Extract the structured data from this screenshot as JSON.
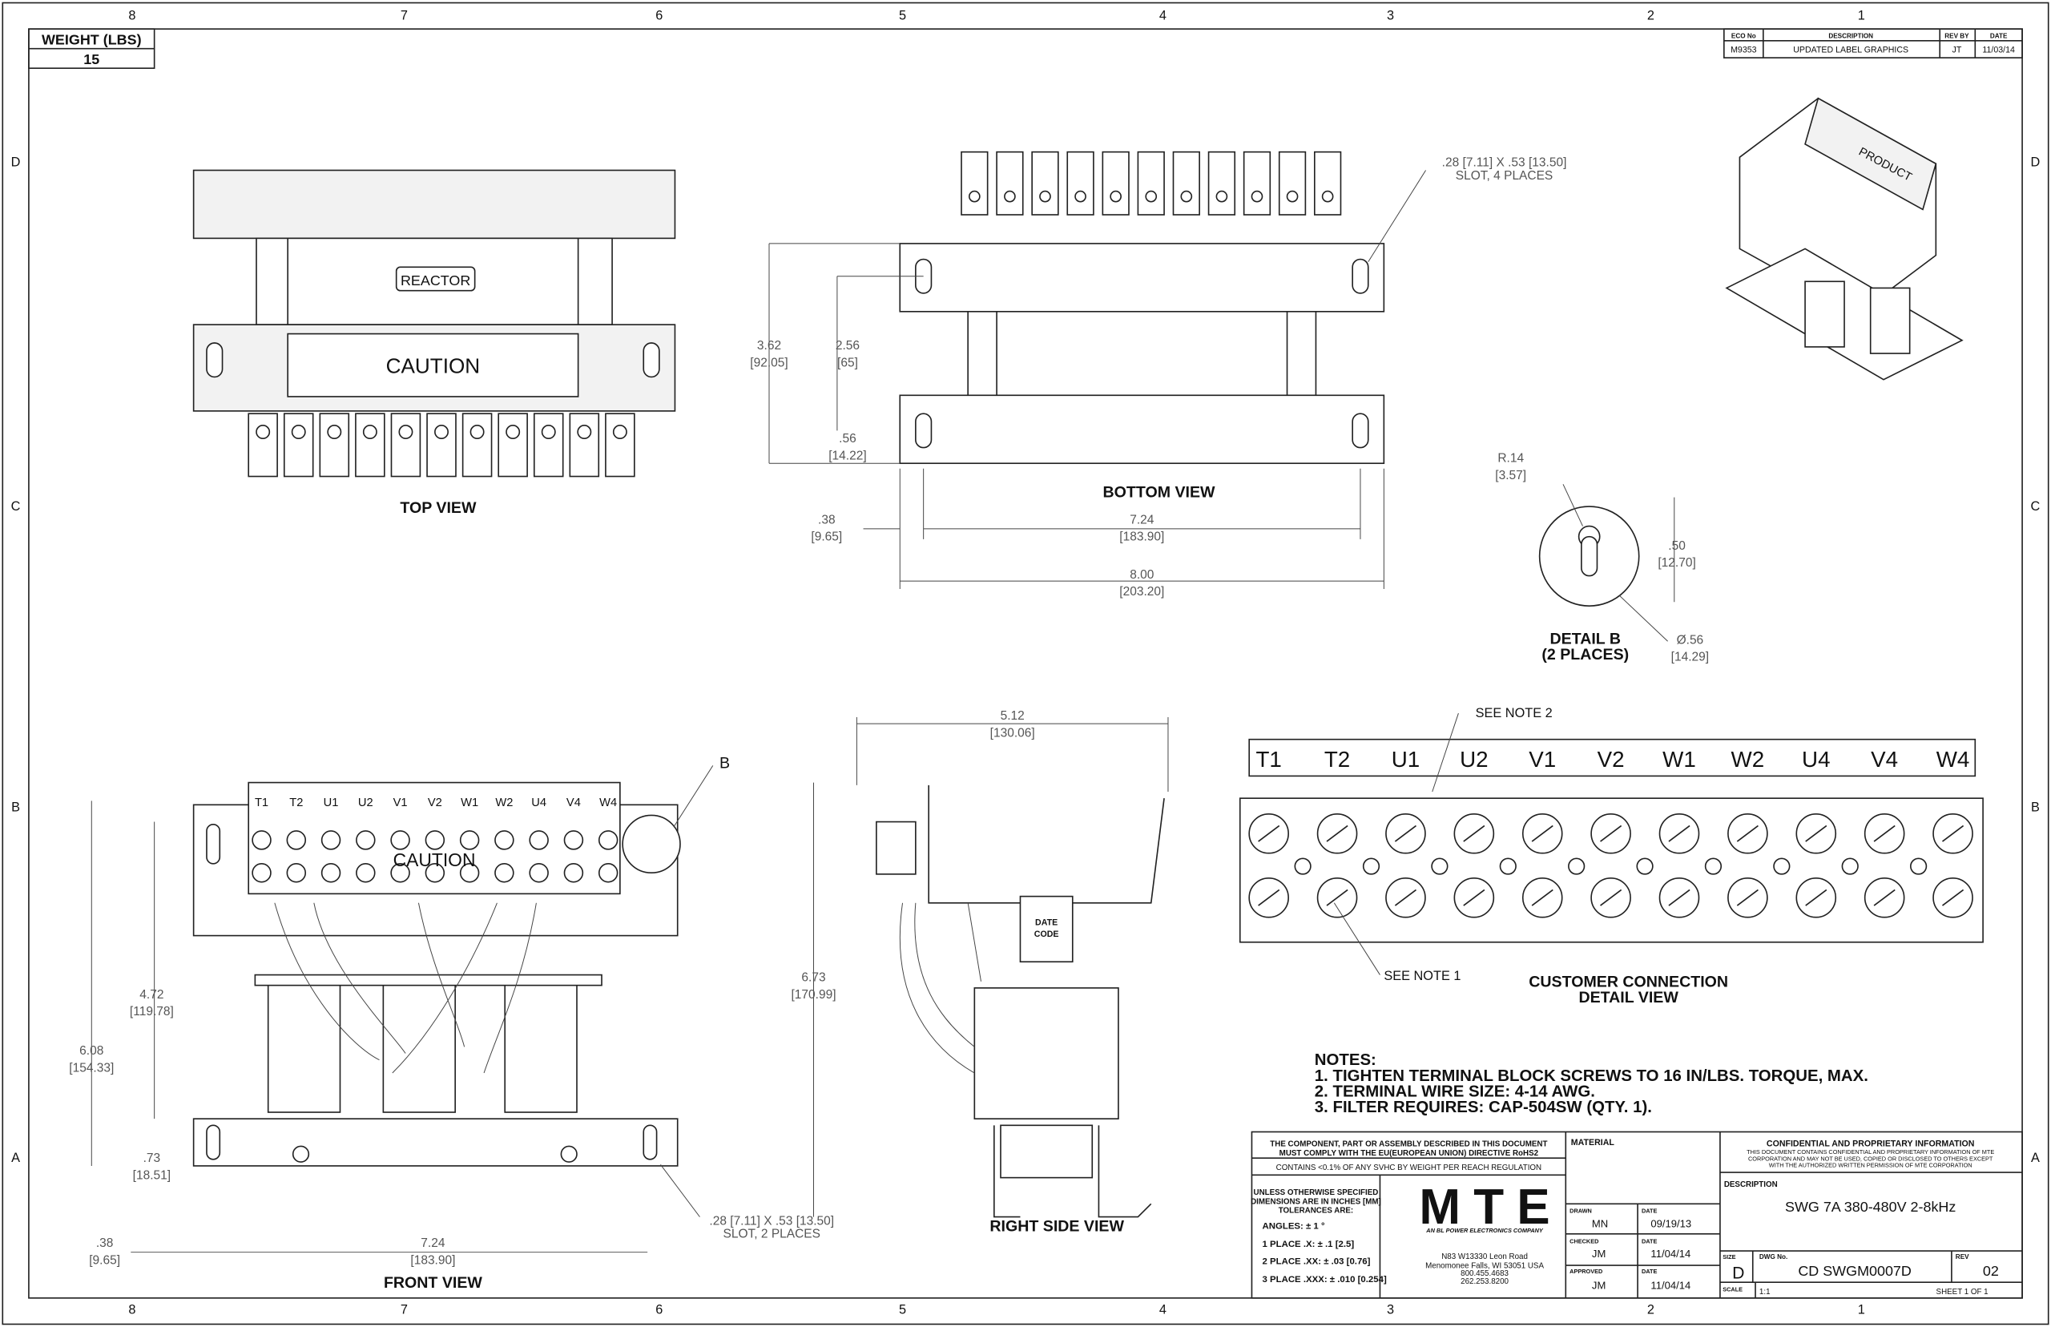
{
  "zones": {
    "top": [
      "8",
      "7",
      "6",
      "5",
      "4",
      "3",
      "2",
      "1"
    ],
    "side": [
      "D",
      "C",
      "B",
      "A"
    ]
  },
  "weight": {
    "label": "WEIGHT (LBS)",
    "value": "15"
  },
  "revision": {
    "headers": [
      "ECO No",
      "DESCRIPTION",
      "REV BY",
      "DATE"
    ],
    "row": [
      "M9353",
      "UPDATED LABEL GRAPHICS",
      "JT",
      "11/03/14"
    ]
  },
  "views": {
    "top": "TOP VIEW",
    "bottom": "BOTTOM VIEW",
    "front": "FRONT VIEW",
    "right": "RIGHT SIDE VIEW",
    "detail_b": "DETAIL B",
    "detail_b_sub": "(2 PLACES)",
    "customer": "CUSTOMER CONNECTION",
    "customer_sub": "DETAIL VIEW"
  },
  "labels": {
    "reactor": "REACTOR",
    "caution": "CAUTION",
    "product": "PRODUCT",
    "date_code_1": "DATE",
    "date_code_2": "CODE",
    "b_callout": "B",
    "see_note_2": "SEE NOTE 2",
    "see_note_1": "SEE NOTE 1"
  },
  "terminals": [
    "T1",
    "T2",
    "U1",
    "U2",
    "V1",
    "V2",
    "W1",
    "W2",
    "U4",
    "V4",
    "W4"
  ],
  "dims": {
    "slot4_1": ".28 [7.11] X .53 [13.50]",
    "slot4_2": "SLOT, 4 PLACES",
    "h362": "3.62",
    "h362mm": "[92.05]",
    "h256": "2.56",
    "h256mm": "[65]",
    "h56": ".56",
    "h56mm": "[14.22]",
    "w38": ".38",
    "w38mm": "[9.65]",
    "w724": "7.24",
    "w724mm": "[183.90]",
    "w800": "8.00",
    "w800mm": "[203.20]",
    "r14": "R.14",
    "r14mm": "[3.57]",
    "d50": ".50",
    "d50mm": "[12.70]",
    "phi56": "Ø.56",
    "phi56mm": "[14.29]",
    "w512": "5.12",
    "w512mm": "[130.06]",
    "h673": "6.73",
    "h673mm": "[170.99]",
    "h472": "4.72",
    "h472mm": "[119.78]",
    "h608": "6.08",
    "h608mm": "[154.33]",
    "h73": ".73",
    "h73mm": "[18.51]",
    "fw38": ".38",
    "fw38mm": "[9.65]",
    "fw724": "7.24",
    "fw724mm": "[183.90]",
    "slot2_1": ".28 [7.11] X .53 [13.50]",
    "slot2_2": "SLOT, 2 PLACES"
  },
  "notes": {
    "title": "NOTES:",
    "items": [
      "1.  TIGHTEN TERMINAL BLOCK SCREWS TO 16 IN/LBS. TORQUE, MAX.",
      "2.  TERMINAL WIRE SIZE: 4-14 AWG.",
      "3.  FILTER REQUIRES: CAP-504SW (QTY. 1)."
    ]
  },
  "title_block": {
    "rohs_1": "THE COMPONENT, PART OR ASSEMBLY DESCRIBED IN THIS DOCUMENT",
    "rohs_2": "MUST COMPLY WITH THE EU(EUROPEAN UNION) DIRECTIVE RoHS2",
    "reach": "CONTAINS <0.1% OF ANY SVHC BY WEIGHT PER REACH REGULATION",
    "tol_1": "UNLESS OTHERWISE SPECIFIED",
    "tol_2": "DIMENSIONS ARE IN INCHES [MM]",
    "tol_3": "TOLERANCES ARE:",
    "angles": "ANGLES: ± 1 °",
    "place1": "1 PLACE .X: ± .1 [2.5]",
    "place2": "2 PLACE .XX: ± .03 [0.76]",
    "place3": "3 PLACE .XXX: ± .010 [0.254]",
    "logo": "MTE",
    "logo_sub": "AN BL POWER ELECTRONICS COMPANY",
    "addr_1": "N83 W13330 Leon Road",
    "addr_2": "Menomonee Falls, WI 53051 USA",
    "addr_3": "800.455.4683",
    "addr_4": "262.253.8200",
    "material": "MATERIAL",
    "drawn_label": "DRAWN",
    "drawn": "MN",
    "drawn_date": "09/19/13",
    "checked_label": "CHECKED",
    "checked": "JM",
    "checked_date": "11/04/14",
    "approved_label": "APPROVED",
    "approved": "JM",
    "approved_date": "11/04/14",
    "date_label": "DATE",
    "conf_title": "CONFIDENTIAL AND PROPRIETARY INFORMATION",
    "conf_1": "THIS DOCUMENT CONTAINS CONFIDENTIAL AND PROPRIETARY INFORMATION OF MTE",
    "conf_2": "CORPORATION AND MAY NOT BE USED, COPIED OR DISCLOSED TO OTHERS EXCEPT",
    "conf_3": "WITH THE AUTHORIZED WRITTEN PERMISSION OF MTE CORPORATION",
    "desc_label": "DESCRIPTION",
    "description": "SWG 7A 380-480V 2-8kHz",
    "size_label": "SIZE",
    "size": "D",
    "dwg_label": "DWG No.",
    "dwg": "CD SWGM0007D",
    "rev_label": "REV",
    "rev": "02",
    "scale_label": "SCALE",
    "scale": "1:1",
    "sheet": "SHEET 1  OF 1"
  }
}
